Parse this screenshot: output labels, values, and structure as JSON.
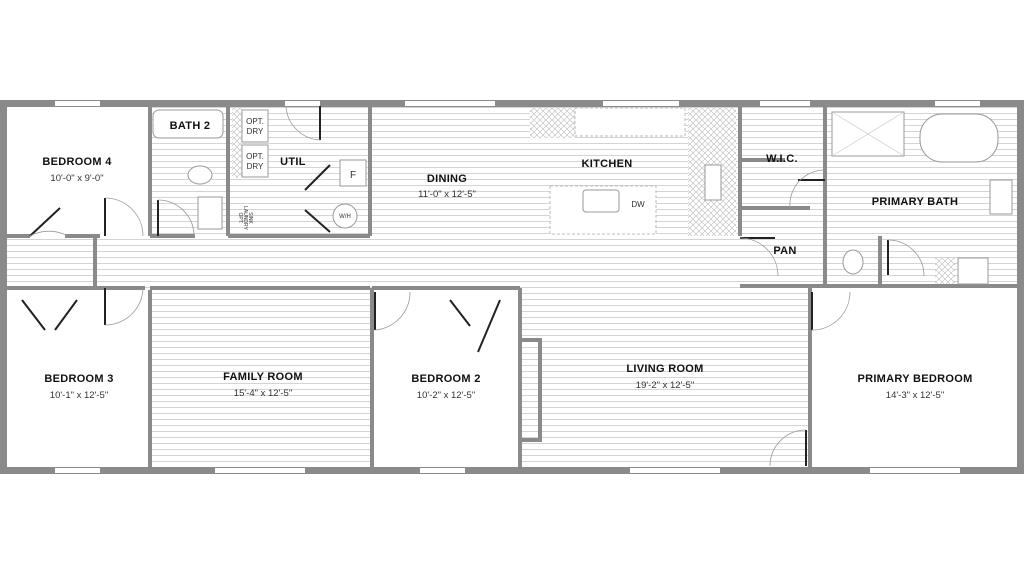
{
  "rooms": {
    "bedroom4": {
      "name": "BEDROOM 4",
      "size": "10'-0\" x  9'-0\""
    },
    "bath2": {
      "name": "BATH 2"
    },
    "util": {
      "name": "UTIL"
    },
    "opt_dry_1": {
      "line1": "OPT.",
      "line2": "DRY"
    },
    "opt_dry_2": {
      "line1": "OPT.",
      "line2": "DRY"
    },
    "laundry_sink": {
      "line1": "OPT.",
      "line2": "LAUNDRY",
      "line3": "SINK"
    },
    "furnace": {
      "name": "F"
    },
    "water_heater": {
      "name": "W/H"
    },
    "dining": {
      "name": "DINING",
      "size": "11'-0\" x  12'-5\""
    },
    "kitchen": {
      "name": "KITCHEN"
    },
    "dishwasher": {
      "name": "DW"
    },
    "wic": {
      "name": "W.I.C."
    },
    "pantry": {
      "name": "PAN"
    },
    "primary_bath": {
      "name": "PRIMARY BATH"
    },
    "bedroom3": {
      "name": "BEDROOM 3",
      "size": "10'-1\" x  12'-5\""
    },
    "family_room": {
      "name": "FAMILY ROOM",
      "size": "15'-4\" x  12'-5\""
    },
    "bedroom2": {
      "name": "BEDROOM 2",
      "size": "10'-2\" x  12'-5\""
    },
    "living_room": {
      "name": "LIVING ROOM",
      "size": "19'-2\" x  12'-5\""
    },
    "primary_bedroom": {
      "name": "PRIMARY BEDROOM",
      "size": "14'-3\" x  12'-5\""
    }
  },
  "colors": {
    "wall": "#8a8a8a",
    "floor_line": "#d4d4d4",
    "background": "#ffffff"
  }
}
